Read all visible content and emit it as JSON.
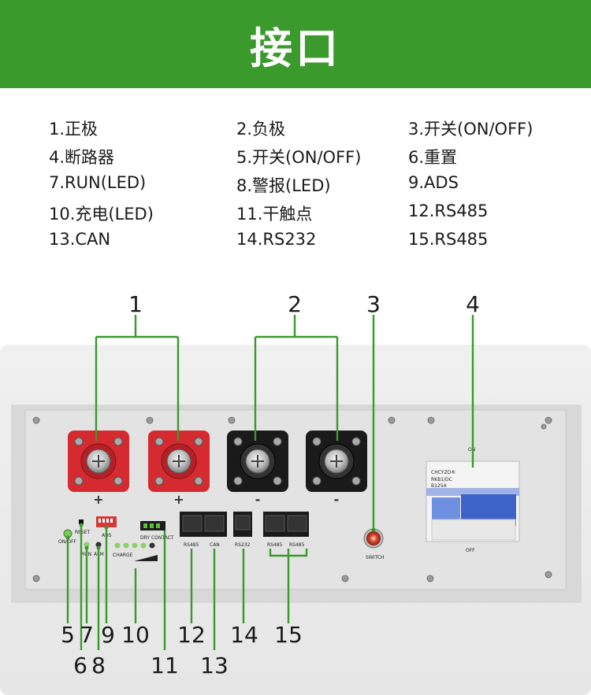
{
  "header": {
    "title": "接口"
  },
  "legend": {
    "items": [
      "1.正极",
      "2.负极",
      "3.开关(ON/OFF)",
      "4.断路器",
      "5.开关(ON/OFF)",
      "6.重置",
      "7.RUN(LED)",
      "8.警报(LED)",
      "9.ADS",
      "10.充电(LED)",
      "11.干触点",
      "12.RS485",
      "13.CAN",
      "14.RS232",
      "15.RS485"
    ]
  },
  "panel": {
    "signs": {
      "plus": "+",
      "minus": "-"
    },
    "labels": {
      "on_off": "ON/OFF",
      "reset": "RESET",
      "run": "RUN",
      "alm": "ALM",
      "ads": "ADS",
      "charge": "CHARGE",
      "dry_contact": "DRY CONTACT",
      "rs485_a": "RS485",
      "can": "CAN",
      "rs232": "RS232",
      "rs485_b": "RS485",
      "rs485_c": "RS485",
      "switch": "SWITCH"
    },
    "breaker": {
      "brand": "CHCYZO®",
      "model": "RKB1/DC",
      "rating": "B125A",
      "on": "ON",
      "off": "OFF"
    }
  },
  "callouts": {
    "top": [
      "1",
      "2",
      "3",
      "4"
    ],
    "bottom_row1": [
      "5",
      "7",
      "9",
      "10",
      "12",
      "14",
      "15"
    ],
    "bottom_row2": [
      "6",
      "8",
      "11",
      "13"
    ]
  },
  "colors": {
    "banner": "#3a9a2c",
    "leader": "#3a9a2c",
    "positive_terminal": "#d42a30",
    "negative_terminal": "#1a1a1a",
    "breaker_handle": "#3d63c8"
  }
}
